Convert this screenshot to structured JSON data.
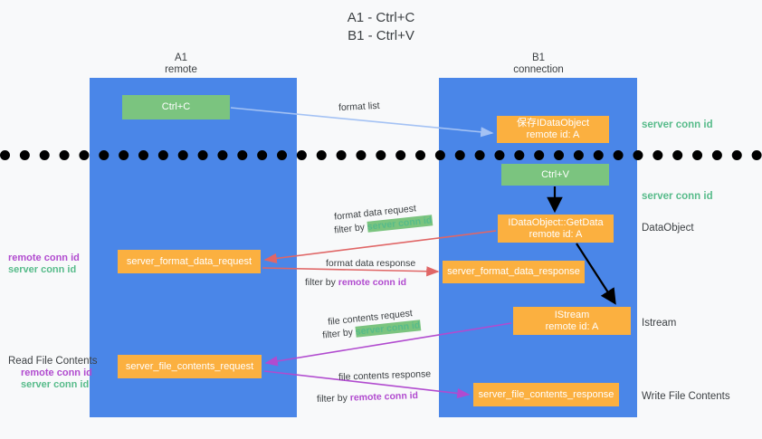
{
  "title": {
    "line1": "A1 - Ctrl+C",
    "line2": "B1 - Ctrl+V"
  },
  "colors": {
    "lane": "#4a86e8",
    "green_node": "#7bc47f",
    "orange_node": "#fbb040",
    "green_text": "#57bb8a",
    "purple_text": "#b14bcf",
    "blue_arrow": "#a4c2f4",
    "red_arrow": "#e06666",
    "magenta_arrow": "#b14bcf",
    "black_arrow": "#000000",
    "background": "#f8f9fa"
  },
  "columns": [
    {
      "id": "a1",
      "title": "A1",
      "subtitle": "remote"
    },
    {
      "id": "b1",
      "title": "B1",
      "subtitle": "connection"
    }
  ],
  "nodes": {
    "ctrl_c": {
      "line1": "Ctrl+C",
      "line2": "",
      "style": "green"
    },
    "idataobject": {
      "line1": "保存IDataObject",
      "line2": "remote id: A",
      "style": "orange"
    },
    "ctrl_v": {
      "line1": "Ctrl+V",
      "line2": "",
      "style": "green"
    },
    "getdata": {
      "line1": "IDataObject::GetData",
      "line2": "remote id: A",
      "style": "orange"
    },
    "fmt_request": {
      "line1": "server_format_data_request",
      "line2": "",
      "style": "orange"
    },
    "fmt_response": {
      "line1": "server_format_data_response",
      "line2": "",
      "style": "orange"
    },
    "istream": {
      "line1": "IStream",
      "line2": "remote id: A",
      "style": "orange"
    },
    "file_request": {
      "line1": "server_file_contents_request",
      "line2": "",
      "style": "orange"
    },
    "file_response": {
      "line1": "server_file_contents_response",
      "line2": "",
      "style": "orange"
    }
  },
  "right_annotations": {
    "server_conn_id_1": "server conn id",
    "server_conn_id_2": "server conn id",
    "dataobject": "DataObject",
    "istream": "Istream",
    "write_file_contents": "Write File Contents"
  },
  "left_annotations": {
    "format_remote": "remote conn id",
    "format_server": "server conn id",
    "read_file_contents": "Read File Contents",
    "file_remote": "remote conn id",
    "file_server": "server conn id"
  },
  "edge_labels": {
    "format_list": "format list",
    "format_data_request": "format data request",
    "format_data_request_filter_prefix": "filter by ",
    "format_data_request_filter_value": "server conn id",
    "format_data_response": "format data response",
    "format_data_response_filter_prefix": "filter by ",
    "format_data_response_filter_value": "remote conn id",
    "file_contents_request": "file contents request",
    "file_contents_request_filter_prefix": "filter by ",
    "file_contents_request_filter_value": "server conn id",
    "file_contents_response": "file contents response",
    "file_contents_response_filter_prefix": "filter by ",
    "file_contents_response_filter_value": "remote conn id"
  }
}
